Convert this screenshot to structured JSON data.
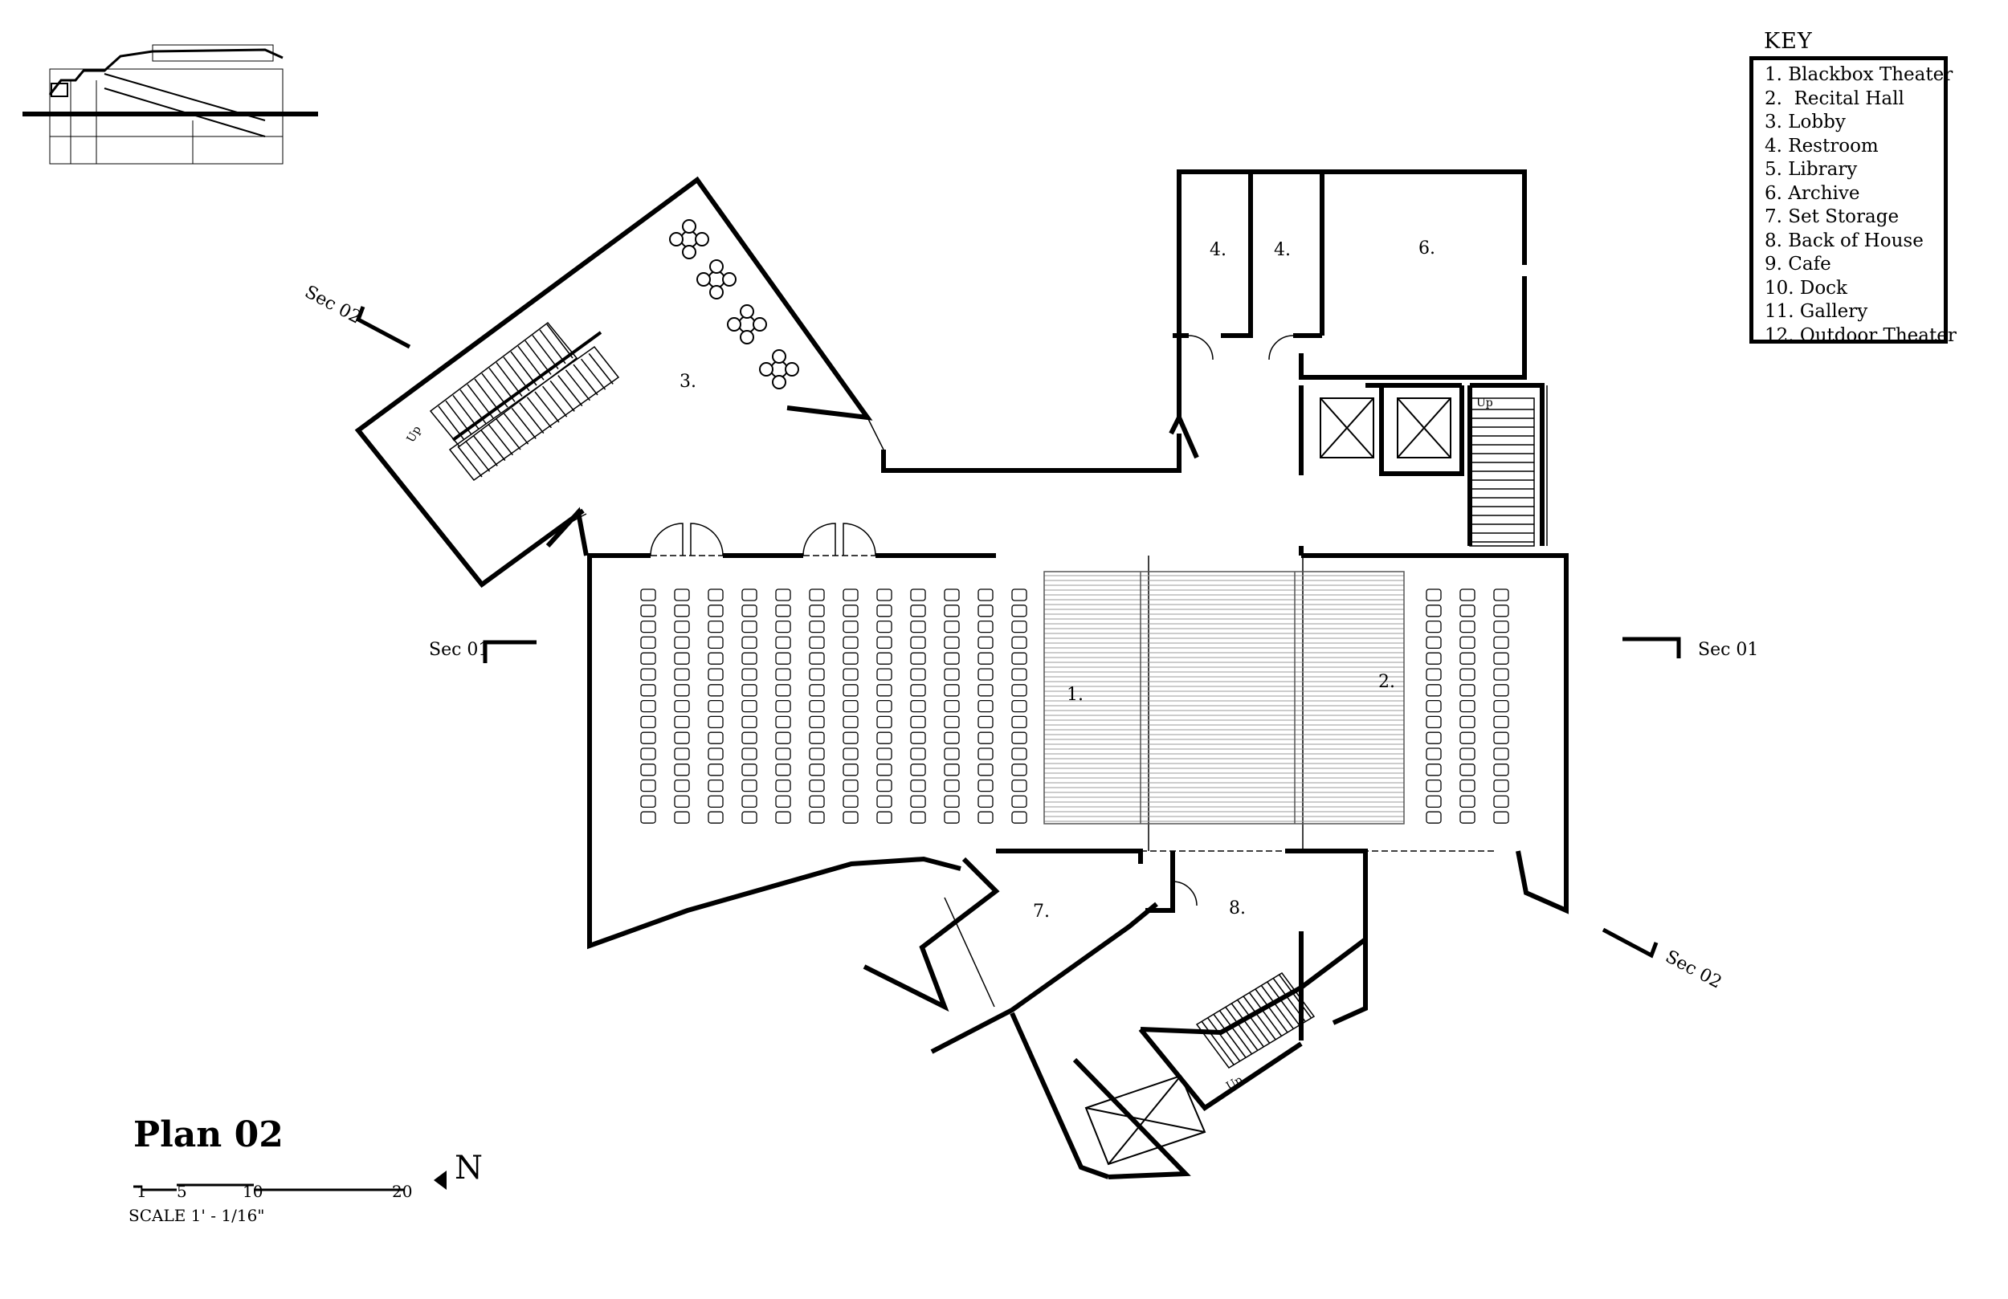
{
  "title": "Plan 02",
  "key": {
    "heading": "KEY",
    "items": [
      "1. Blackbox Theater",
      "2.  Recital Hall",
      "3. Lobby",
      "4. Restroom",
      "5. Library",
      "6. Archive",
      "7. Set Storage",
      "8. Back of House",
      "9. Cafe",
      "10. Dock",
      "11. Gallery",
      "12. Outdoor Theater"
    ]
  },
  "room_labels": {
    "blackbox": "1.",
    "recital": "2.",
    "lobby": "3.",
    "restroom_a": "4.",
    "restroom_b": "4.",
    "archive": "6.",
    "set_storage": "7.",
    "back_of_house": "8."
  },
  "section_markers": {
    "sec01_left": "Sec 01",
    "sec01_right": "Sec 01",
    "sec02_top": "Sec 02",
    "sec02_bottom": "Sec 02"
  },
  "stair_labels": {
    "lobby_stair": "Up",
    "service_stair": "Up",
    "rear_stair": "Up"
  },
  "scale": {
    "ticks": [
      "1",
      "5",
      "10",
      "20"
    ],
    "text": "SCALE 1' - 1/16\""
  },
  "north": "N",
  "colors": {
    "ink": "#000000",
    "paper": "#ffffff",
    "hatch": "#9a9a9a"
  }
}
